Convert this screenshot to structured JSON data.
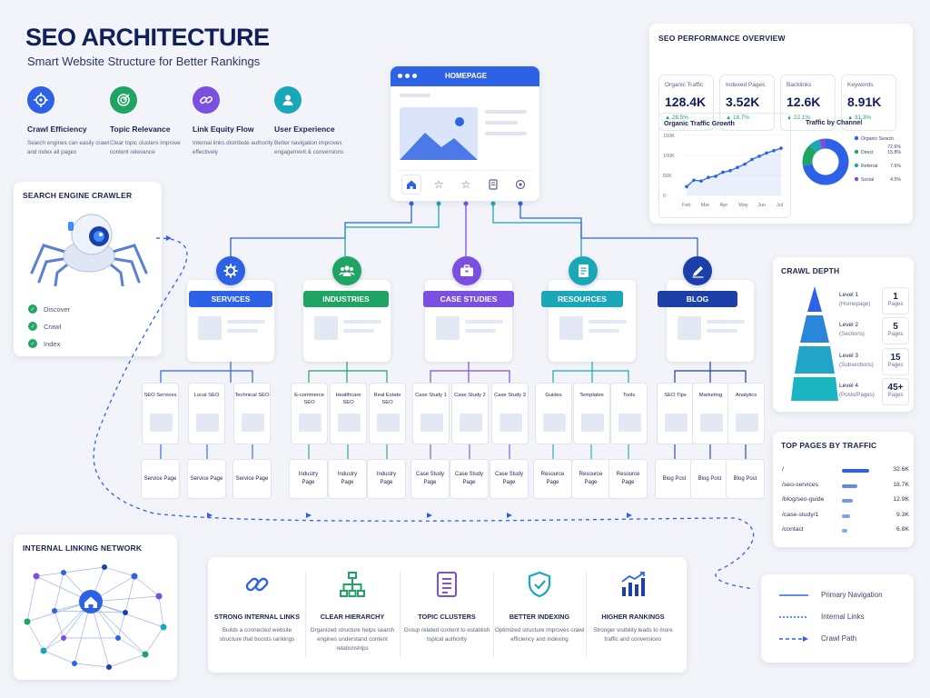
{
  "header": {
    "title": "SEO ARCHITECTURE",
    "subtitle": "Smart Website Structure for Better Rankings"
  },
  "features": [
    {
      "icon": "crosshair-icon",
      "color": "#2e62e6",
      "title": "Crawl Efficiency",
      "desc": "Search engines can easily crawl and index all pages"
    },
    {
      "icon": "target-icon",
      "color": "#1fa463",
      "title": "Topic Relevance",
      "desc": "Clear topic clusters improve content relevance"
    },
    {
      "icon": "link-icon",
      "color": "#7b4fe0",
      "title": "Link Equity Flow",
      "desc": "Internal links distribute authority effectively"
    },
    {
      "icon": "user-icon",
      "color": "#1aa7b8",
      "title": "User Experience",
      "desc": "Better navigation improves engagement & conversions"
    }
  ],
  "crawler": {
    "title": "SEARCH ENGINE CRAWLER",
    "steps": [
      "Discover",
      "Crawl",
      "Index"
    ]
  },
  "homepage": {
    "title": "HOMEPAGE"
  },
  "categories": [
    {
      "name": "SERVICES",
      "color": "#2e62e6",
      "icon": "gear-icon",
      "subs": [
        "SEO Services",
        "Local SEO",
        "Technical SEO"
      ],
      "leaves": [
        "Service Page",
        "Service Page",
        "Service Page"
      ]
    },
    {
      "name": "INDUSTRIES",
      "color": "#1fa463",
      "icon": "people-icon",
      "subs": [
        "E-commerce SEO",
        "Healthcare SEO",
        "Real Estate SEO"
      ],
      "leaves": [
        "Industry Page",
        "Industry Page",
        "Industry Page"
      ]
    },
    {
      "name": "CASE STUDIES",
      "color": "#7b4fe0",
      "icon": "briefcase-icon",
      "subs": [
        "Case Study 1",
        "Case Study 2",
        "Case Study 3"
      ],
      "leaves": [
        "Case Study Page",
        "Case Study Page",
        "Case Study Page"
      ]
    },
    {
      "name": "RESOURCES",
      "color": "#1aa7b8",
      "icon": "document-icon",
      "subs": [
        "Guides",
        "Templates",
        "Tools"
      ],
      "leaves": [
        "Resource Page",
        "Resource Page",
        "Resource Page"
      ]
    },
    {
      "name": "BLOG",
      "color": "#1d3fa8",
      "icon": "pencil-icon",
      "subs": [
        "SEO Tips",
        "Marketing",
        "Analytics"
      ],
      "leaves": [
        "Blog Post",
        "Blog Post",
        "Blog Post"
      ]
    }
  ],
  "performance": {
    "title": "SEO PERFORMANCE OVERVIEW",
    "metrics": [
      {
        "label": "Organic Traffic",
        "value": "128.4K",
        "change": "▲ 28.5%"
      },
      {
        "label": "Indexed Pages",
        "value": "3.52K",
        "change": "▲ 18.7%"
      },
      {
        "label": "Backlinks",
        "value": "12.6K",
        "change": "▲ 22.1%"
      },
      {
        "label": "Keywords",
        "value": "8.91K",
        "change": "▲ 31.3%"
      }
    ],
    "growth_title": "Organic Traffic Growth",
    "channel_title": "Traffic by Channel"
  },
  "chart_data": [
    {
      "type": "line",
      "title": "Organic Traffic Growth",
      "x": [
        "Feb",
        "Mar",
        "Apr",
        "May",
        "Jun",
        "Jul"
      ],
      "y_ticks": [
        "150K",
        "100K",
        "50K",
        "0"
      ],
      "ylim": [
        0,
        150
      ],
      "values": [
        22,
        38,
        36,
        45,
        48,
        58,
        62,
        70,
        78,
        90,
        98,
        106,
        112,
        118
      ]
    },
    {
      "type": "pie",
      "title": "Traffic by Channel",
      "labels": [
        "Organic Search",
        "Direct",
        "Referral",
        "Social"
      ],
      "display": [
        "72.6%",
        "15.8%",
        "7.6%",
        "4.5%"
      ],
      "values": [
        72.6,
        15.8,
        7.6,
        4.5
      ],
      "colors": [
        "#2e62e6",
        "#1fa463",
        "#1aa7b8",
        "#7b4fe0"
      ]
    }
  ],
  "crawl_depth": {
    "title": "CRAWL DEPTH",
    "levels": [
      {
        "name": "Level 1",
        "sub": "(Homepage)",
        "count": "1",
        "unit": "Pages",
        "color": "#2e62e6"
      },
      {
        "name": "Level 2",
        "sub": "(Sections)",
        "count": "5",
        "unit": "Pages",
        "color": "#2a86d8"
      },
      {
        "name": "Level 3",
        "sub": "(Subsections)",
        "count": "15",
        "unit": "Pages",
        "color": "#22a3c8"
      },
      {
        "name": "Level 4",
        "sub": "(Posts/Pages)",
        "count": "45+",
        "unit": "Pages",
        "color": "#1ab4c2"
      }
    ]
  },
  "top_pages": {
    "title": "TOP PAGES BY TRAFFIC",
    "rows": [
      {
        "path": "/",
        "value": "32.6K",
        "frac": 1.0
      },
      {
        "path": "/seo-services",
        "value": "18.7K",
        "frac": 0.57
      },
      {
        "path": "/blog/seo-guide",
        "value": "12.9K",
        "frac": 0.4
      },
      {
        "path": "/case-study/1",
        "value": "9.3K",
        "frac": 0.29
      },
      {
        "path": "/contact",
        "value": "6.8K",
        "frac": 0.21
      }
    ]
  },
  "internal_linking": {
    "title": "INTERNAL LINKING NETWORK"
  },
  "benefits": [
    {
      "icon": "chain-icon",
      "title": "STRONG INTERNAL LINKS",
      "desc": "Builds a connected website structure that boosts rankings"
    },
    {
      "icon": "hierarchy-icon",
      "title": "CLEAR HIERARCHY",
      "desc": "Organized structure helps search engines understand content relationships"
    },
    {
      "icon": "document-list-icon",
      "title": "TOPIC CLUSTERS",
      "desc": "Group related content to establish topical authority"
    },
    {
      "icon": "shield-check-icon",
      "title": "BETTER INDEXING",
      "desc": "Optimized structure improves crawl efficiency and indexing"
    },
    {
      "icon": "bar-chart-icon",
      "title": "HIGHER RANKINGS",
      "desc": "Stronger visibility leads to more traffic and conversions"
    }
  ],
  "legend": {
    "items": [
      "Primary Navigation",
      "Internal Links",
      "Crawl Path"
    ]
  }
}
